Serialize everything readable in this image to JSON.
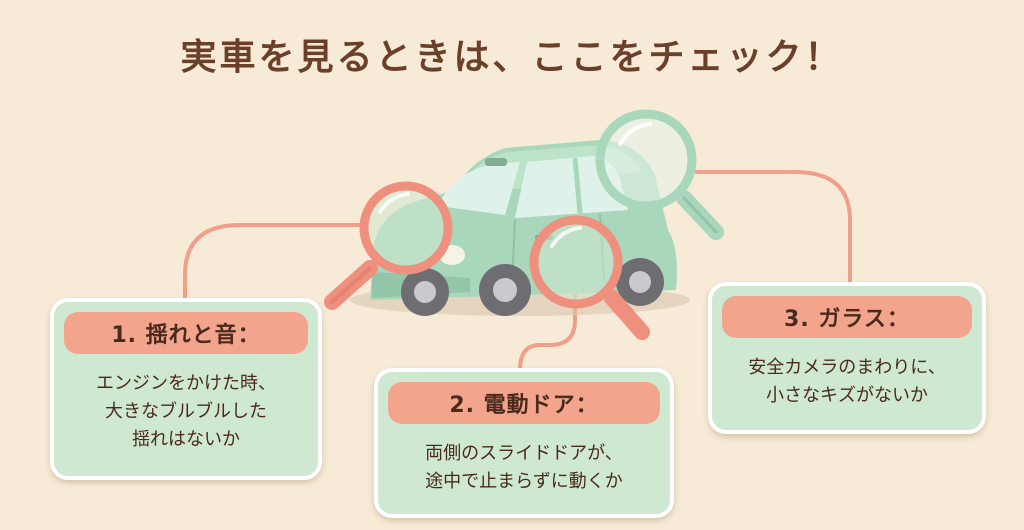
{
  "title": "実車を見るときは、ここをチェック！",
  "cards": [
    {
      "heading": "1. 揺れと音：",
      "lines": [
        "エンジンをかけた時、",
        "大きなブルブルした",
        "揺れはないか"
      ]
    },
    {
      "heading": "2. 電動ドア：",
      "lines": [
        "両側のスライドドアが、",
        "途中で止まらずに動くか"
      ]
    },
    {
      "heading": "3. ガラス：",
      "lines": [
        "安全カメラのまわりに、",
        "小さなキズがないか"
      ]
    }
  ],
  "colors": {
    "background": "#f7ead6",
    "title": "#6b3f2a",
    "card": "#cfe8d2",
    "card_header": "#f2a48d",
    "car_body": "#a9d7bb",
    "lens_ring": "#ef8f7e",
    "connector": "#f0a08a"
  },
  "icons": [
    "car-illustration",
    "magnifier-icon-engine",
    "magnifier-icon-door",
    "magnifier-icon-windshield"
  ]
}
